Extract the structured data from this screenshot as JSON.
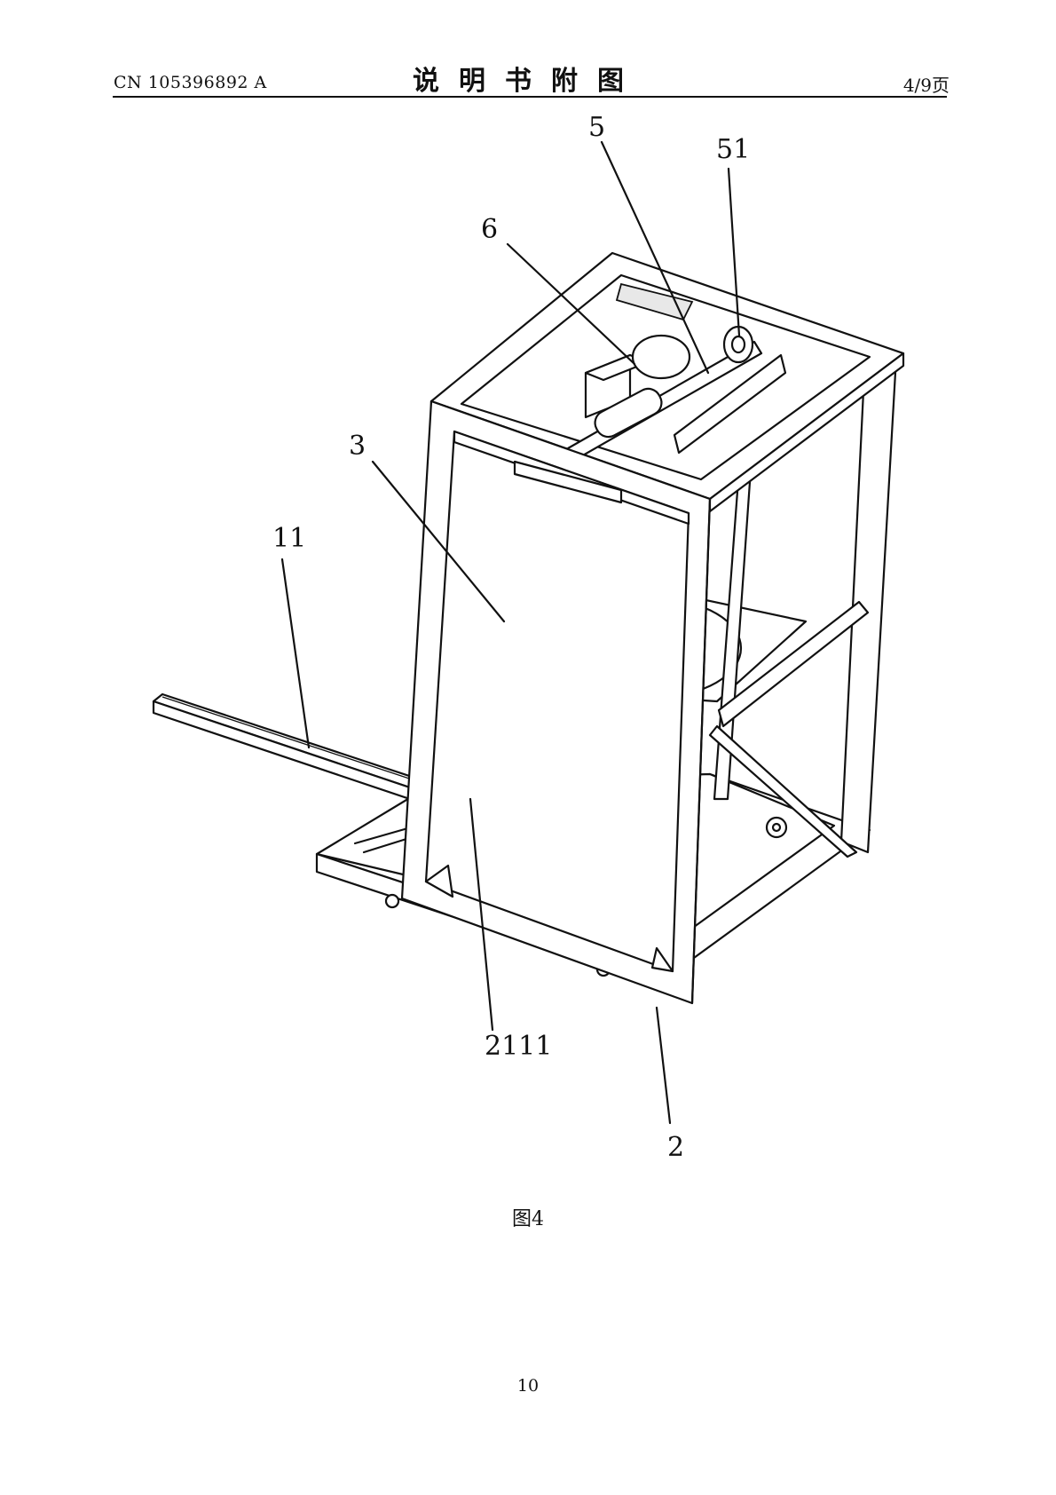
{
  "header": {
    "doc_number": "CN 105396892 A",
    "section_title": "说明书附图",
    "page_of_total": "4/9页"
  },
  "figure": {
    "caption": "图4",
    "reference_labels": [
      "5",
      "51",
      "6",
      "3",
      "11",
      "2111",
      "2"
    ]
  },
  "footer": {
    "page_number": "10"
  }
}
